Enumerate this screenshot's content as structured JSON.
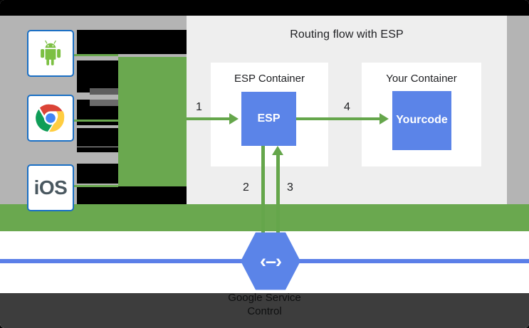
{
  "panel": {
    "title": "Routing flow with ESP",
    "containers": [
      {
        "label": "ESP Container",
        "box_label": "ESP"
      },
      {
        "label": "Your Container",
        "box_label": "Your\ncode"
      }
    ]
  },
  "flow": {
    "steps": [
      {
        "number": "1",
        "from": "client",
        "to": "ESP"
      },
      {
        "number": "2",
        "from": "ESP",
        "to": "Service Control"
      },
      {
        "number": "3",
        "from": "Service Control",
        "to": "ESP"
      },
      {
        "number": "4",
        "from": "ESP",
        "to": "Your code"
      }
    ]
  },
  "clients": [
    {
      "name": "android",
      "label": ""
    },
    {
      "name": "chrome",
      "label": ""
    },
    {
      "name": "ios",
      "label": "iOS"
    }
  ],
  "service": {
    "icon_glyph": "‹–›",
    "caption_line1": "Google Service",
    "caption_line2": "Control"
  },
  "colors": {
    "blue_box": "#5b84e8",
    "green_arrow": "#65a64b",
    "green_block": "#6aa84f",
    "panel_bg": "#eeeeee",
    "page_gray": "#b4b4b4",
    "blue_line": "#5b7fe8",
    "tile_border": "#1a6fc4",
    "redaction": "#000000"
  }
}
